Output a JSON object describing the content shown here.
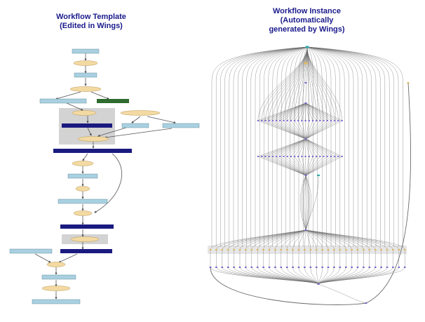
{
  "left_title": {
    "line1": "Workflow Template",
    "line2": "(Edited in Wings)"
  },
  "right_title": {
    "line1": "Workflow Instance",
    "line2": "(Automatically",
    "line3": "generated by Wings)"
  },
  "colors": {
    "title": "#1a1a8c",
    "data_node": "#a8d0e0",
    "component_node": "#f3d9a2",
    "collection_node": "#1a1a80",
    "param_node": "#2e6b2e",
    "group_box": "#d3d3d3",
    "edge": "#555555",
    "instance_edge": "#6a6a6a",
    "instance_node": "#7b62c9",
    "instance_component": "#e0b860"
  }
}
